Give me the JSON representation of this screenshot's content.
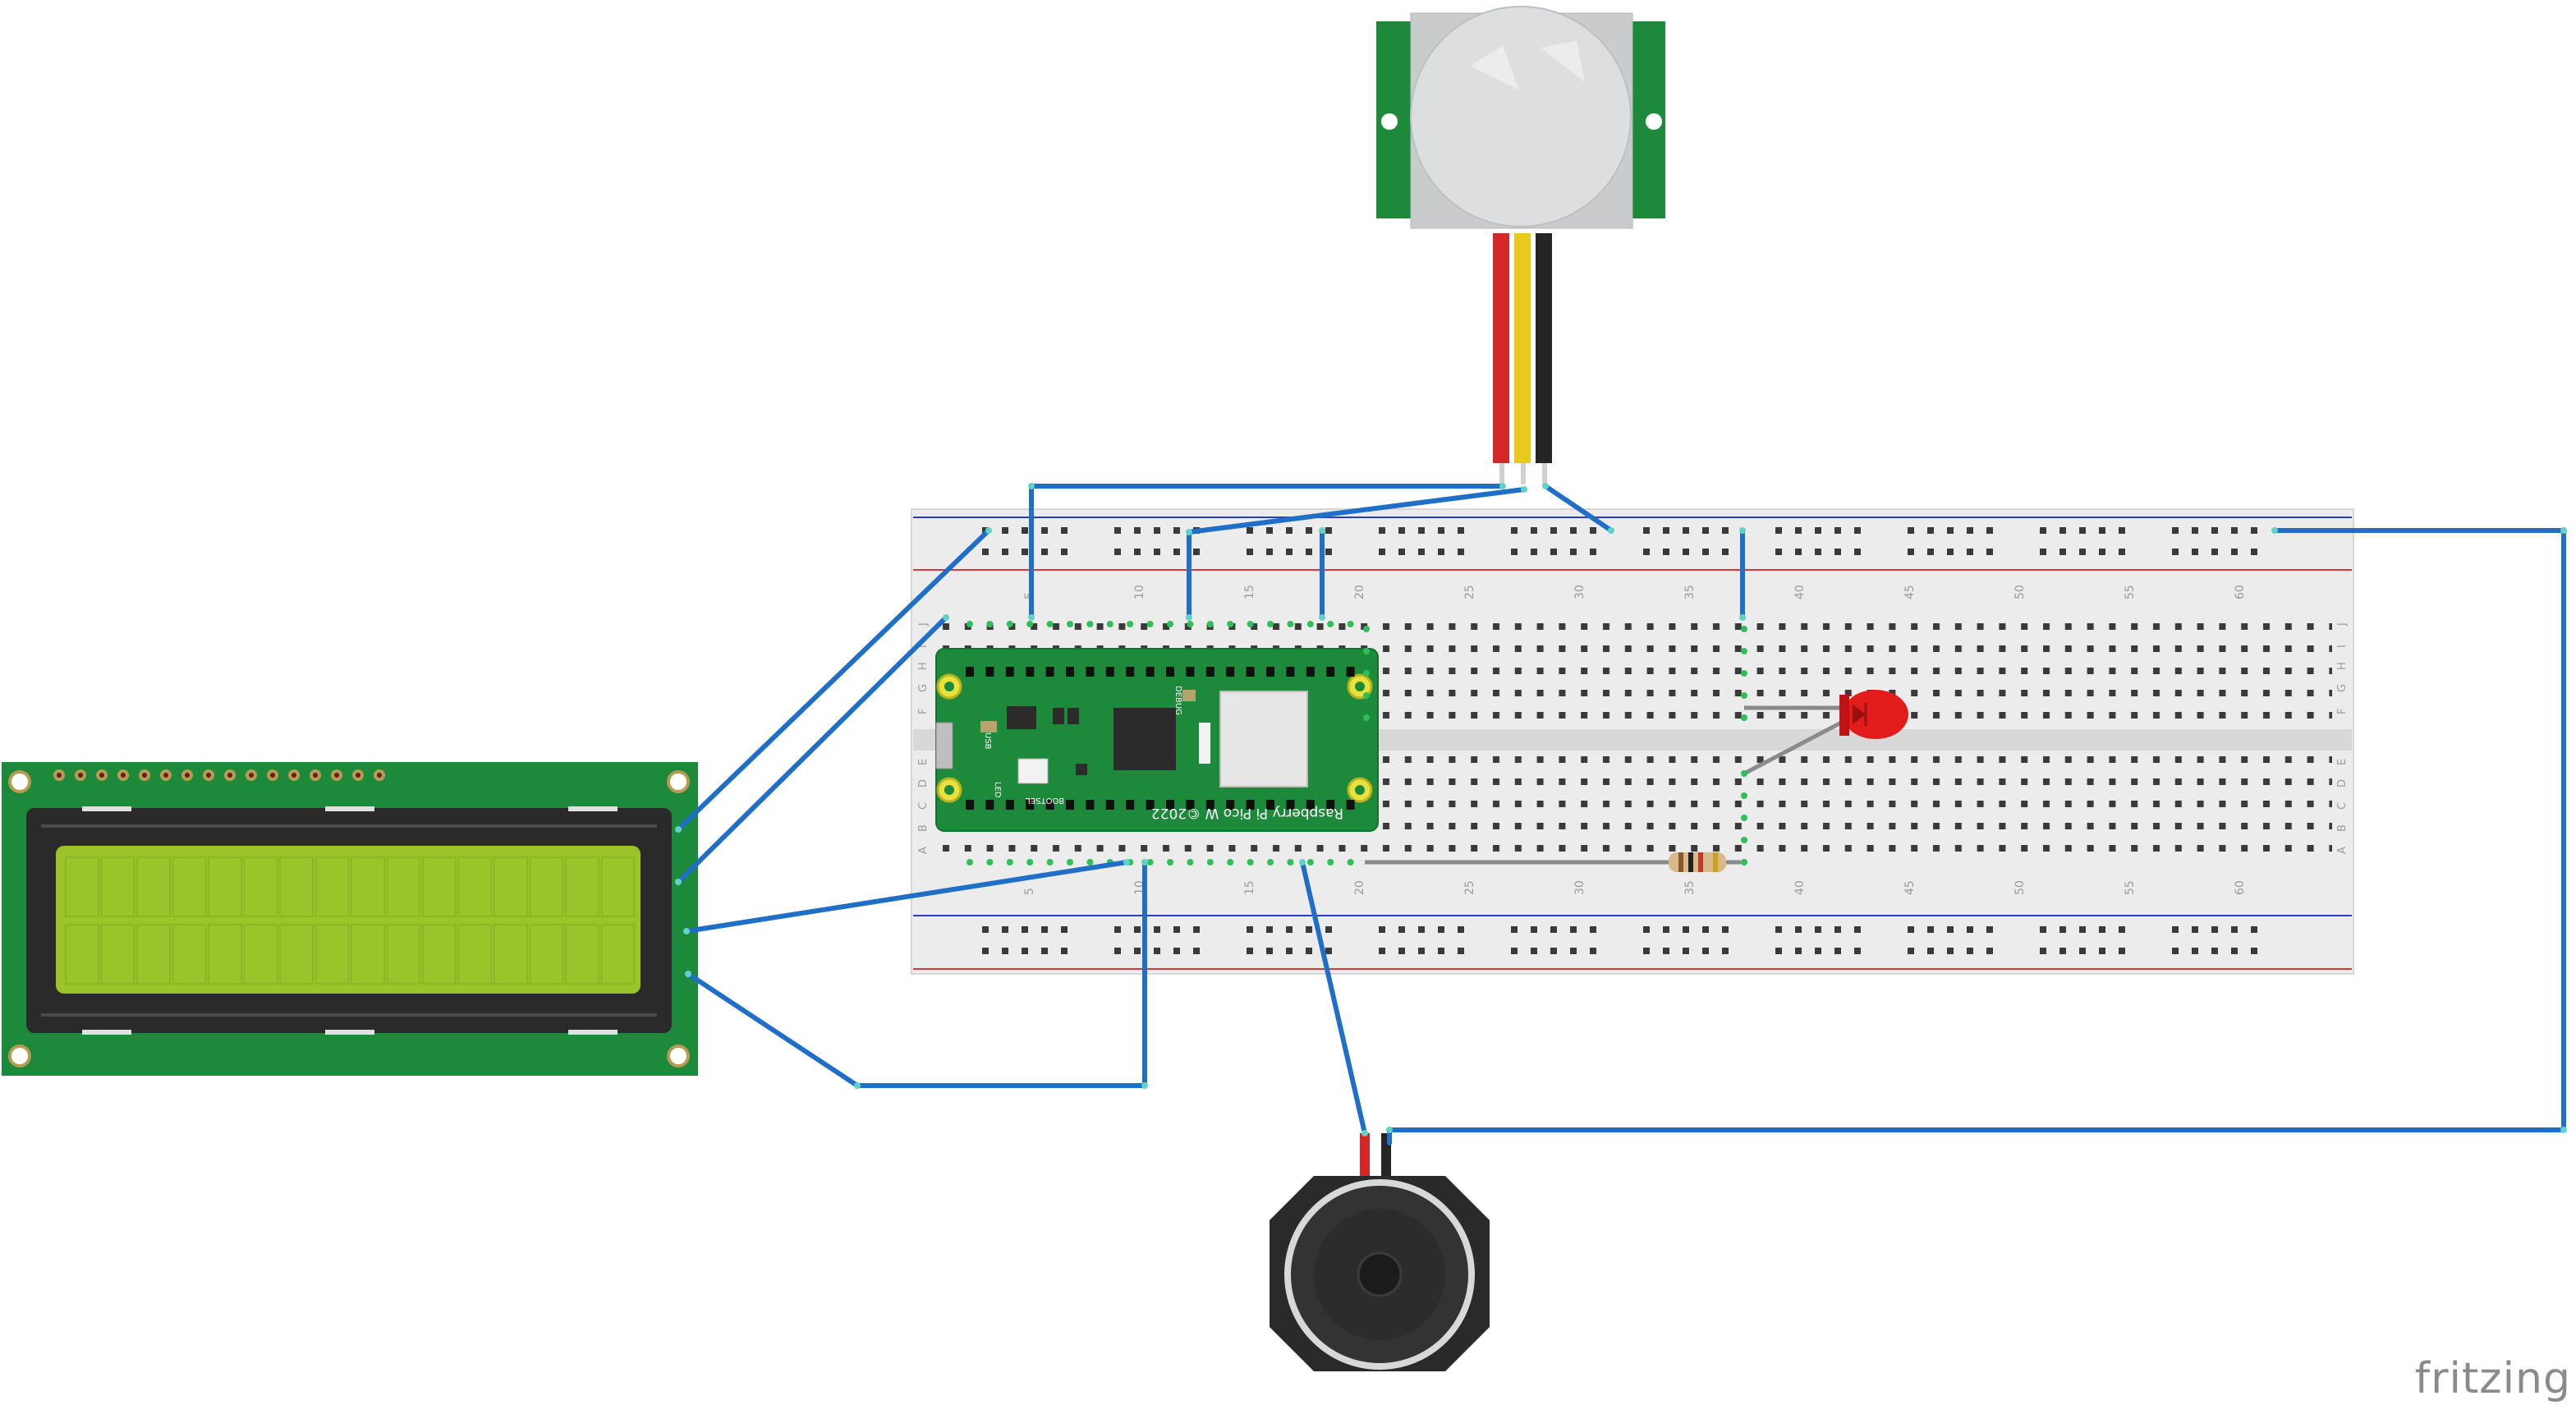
{
  "pico": {
    "board_label": "Raspberry Pi Pico W ©2022",
    "debug_label": "DEBUG",
    "bootsel_label": "BOOTSEL",
    "usb_label": "USB",
    "led_label": "LED"
  },
  "breadboard": {
    "column_numbers": [
      "5",
      "10",
      "15",
      "20",
      "25",
      "30",
      "35",
      "40",
      "45",
      "50",
      "55",
      "60"
    ],
    "row_letters_top": [
      "J",
      "I",
      "H",
      "G",
      "F"
    ],
    "row_letters_bottom": [
      "E",
      "D",
      "C",
      "B",
      "A"
    ],
    "rail_plus": "+",
    "rail_minus": "−"
  },
  "colors": {
    "wire": "#1f6fc9",
    "pcb_green": "#1c8a3a",
    "lcd_screen": "#9bc42a",
    "led_red": "#e21b1b"
  },
  "watermark": "fritzing"
}
